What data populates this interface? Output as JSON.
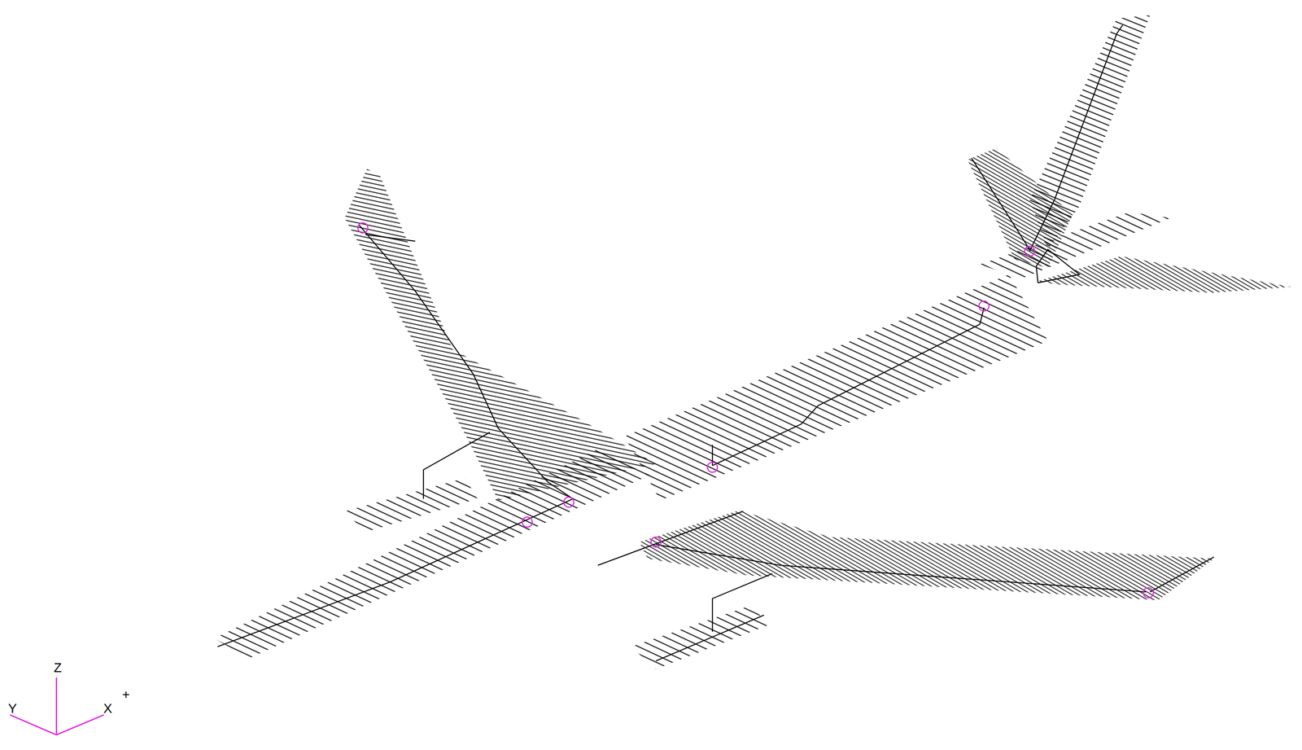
{
  "diagram": {
    "labels": [
      "Z",
      "Y",
      "X",
      "+"
    ]
  }
}
